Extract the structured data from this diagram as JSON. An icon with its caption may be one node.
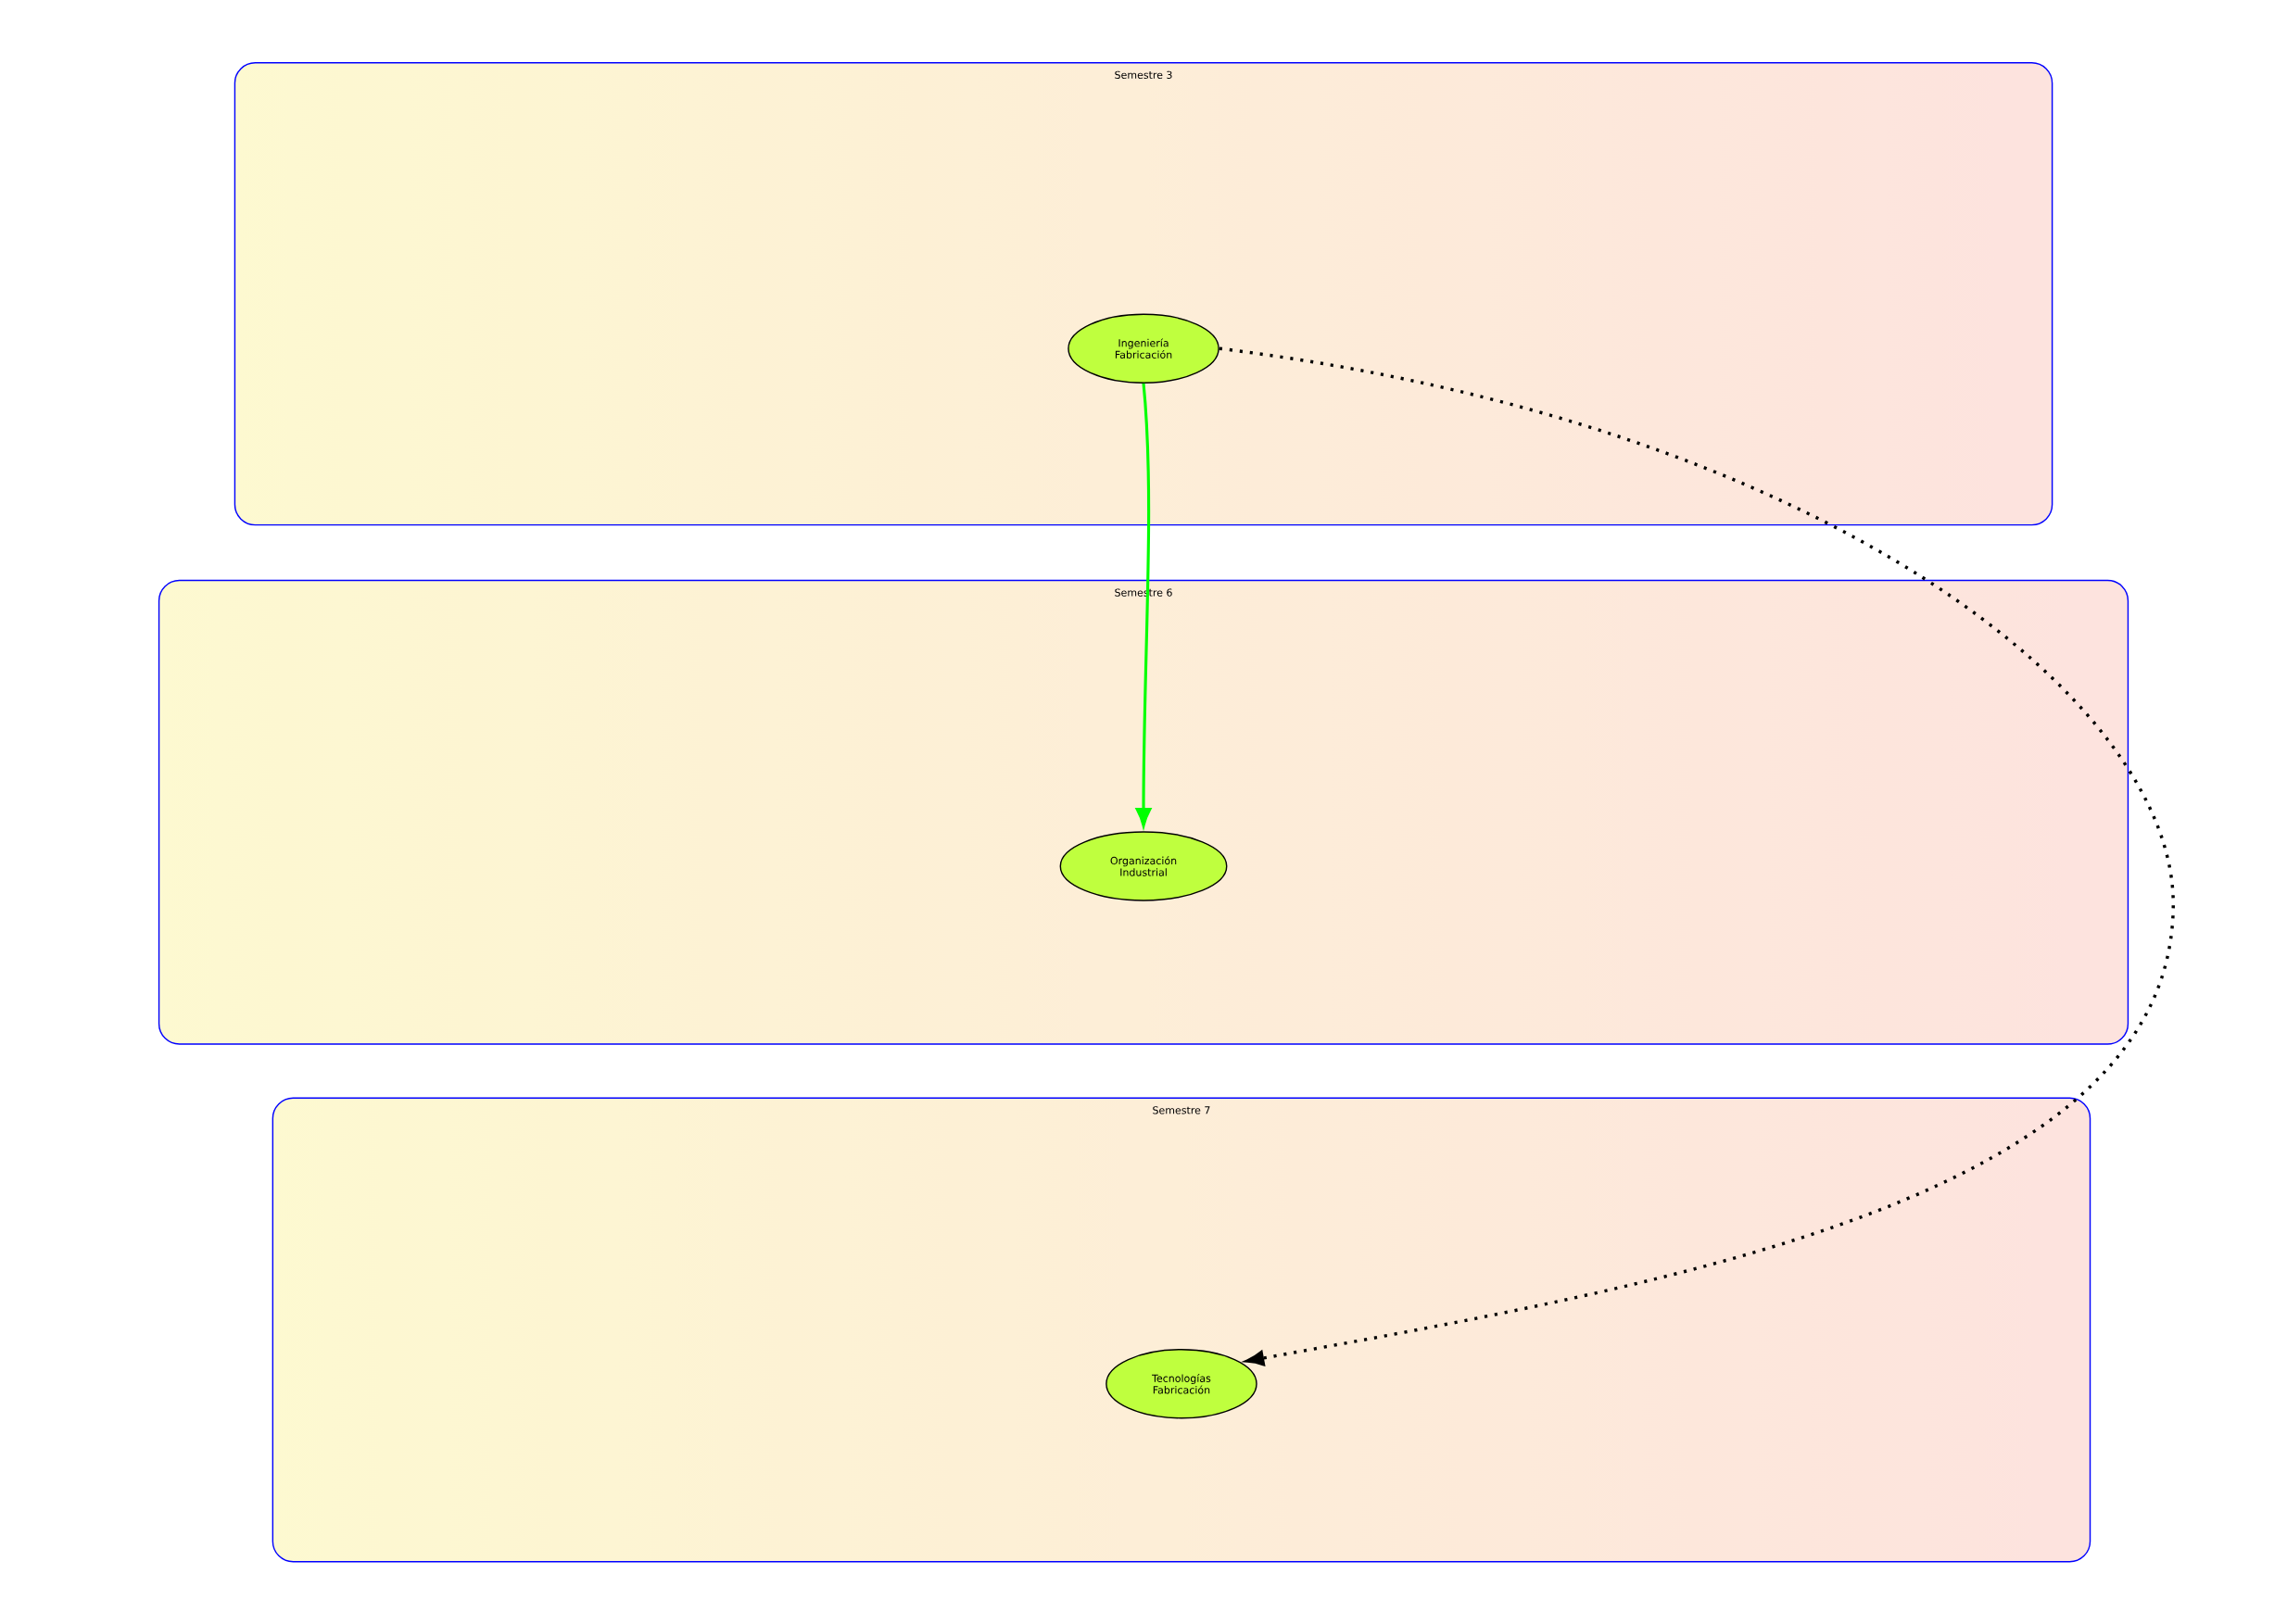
{
  "diagram": {
    "nodes": [
      {
        "text": [
          "Semestre 3"
        ]
      },
      {
        "text": [
          "Ingeniería Fabricación"
        ],
        "in": 0
      },
      {
        "text": [
          "Semestre 6"
        ]
      },
      {
        "text": [
          "Organización Industrial"
        ],
        "in": 2
      },
      {
        "text": [
          "Semestre 7"
        ]
      },
      {
        "text": [
          "Tecnologías Fabricación"
        ],
        "in": 4
      }
    ],
    "edges": [
      {
        "from": 1,
        "to": 3,
        "arrow": "to",
        "color": "#00ff00"
      },
      {
        "from": 1,
        "to": 5,
        "arrow": "to",
        "style": "dashed",
        "color": "#000000"
      }
    ]
  }
}
